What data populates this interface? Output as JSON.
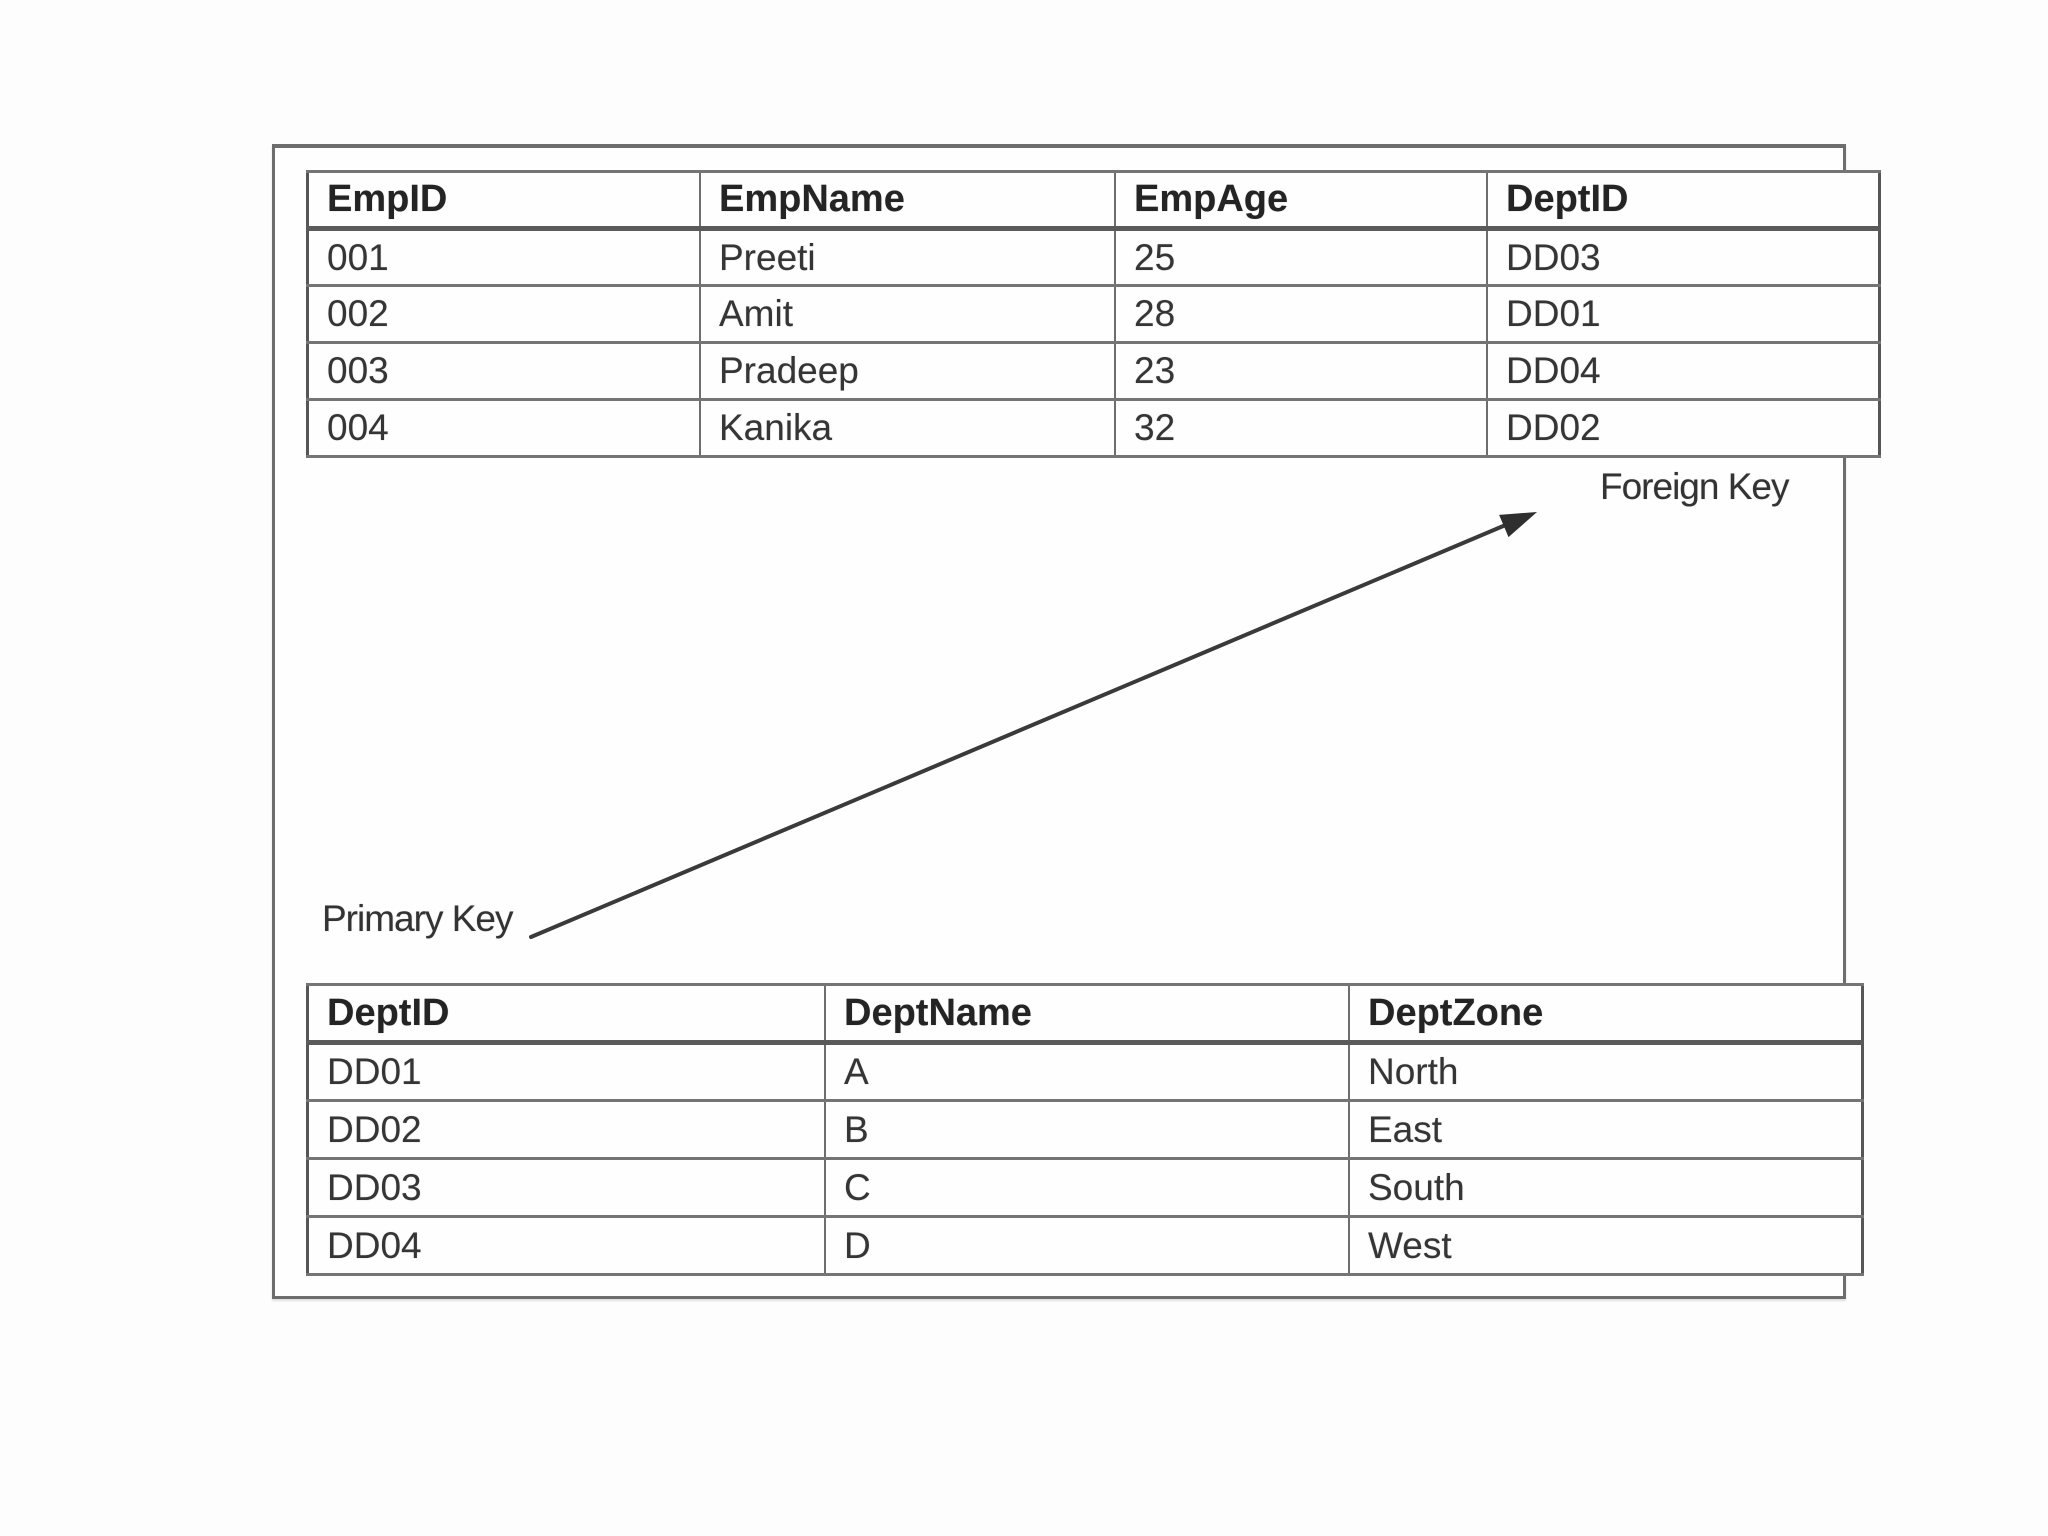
{
  "diagram": {
    "employee_table": {
      "columns": [
        "EmpID",
        "EmpName",
        "EmpAge",
        "DeptID"
      ],
      "rows": [
        [
          "001",
          "Preeti",
          "25",
          "DD03"
        ],
        [
          "002",
          "Amit",
          "28",
          "DD01"
        ],
        [
          "003",
          "Pradeep",
          "23",
          "DD04"
        ],
        [
          "004",
          "Kanika",
          "32",
          "DD02"
        ]
      ]
    },
    "department_table": {
      "columns": [
        "DeptID",
        "DeptName",
        "DeptZone"
      ],
      "rows": [
        [
          "DD01",
          "A",
          "North"
        ],
        [
          "DD02",
          "B",
          "East"
        ],
        [
          "DD03",
          "C",
          "South"
        ],
        [
          "DD04",
          "D",
          "West"
        ]
      ]
    },
    "labels": {
      "primary_key": "Primary Key",
      "foreign_key": "Foreign Key"
    },
    "colors": {
      "border": "#6d6d6d",
      "table_border": "#565656",
      "text": "#333333",
      "arrow": "#3a3a3a",
      "background": "#fdfdfd"
    }
  }
}
